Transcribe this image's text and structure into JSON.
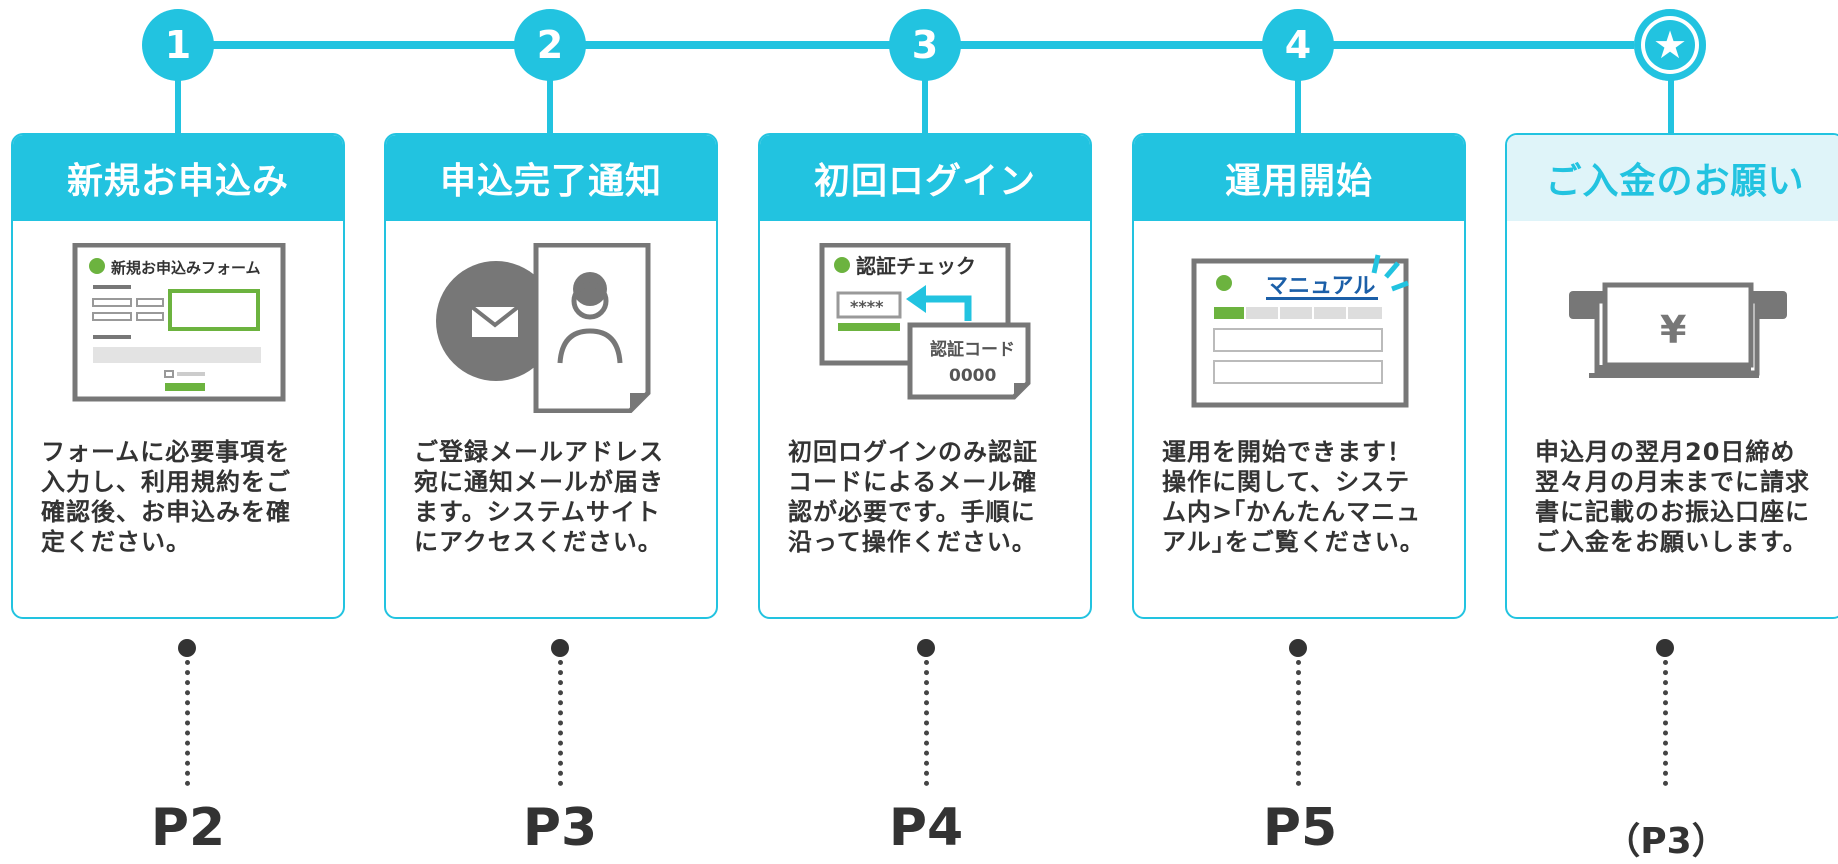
{
  "steps": [
    {
      "badge": "1",
      "title": "新規お申込み",
      "description": "フォームに必要事項を\n入力し、利用規約をご\n確認後、お申込みを確\n定ください。",
      "page_ref": "P2",
      "illustration": {
        "form_title": "新規お申込みフォーム"
      }
    },
    {
      "badge": "2",
      "title": "申込完了通知",
      "description": "ご登録メールアドレス\n宛に通知メールが届き\nます。システムサイト\nにアクセスください。",
      "page_ref": "P3"
    },
    {
      "badge": "3",
      "title": "初回ログイン",
      "description": "初回ログインのみ認証\nコードによるメール確\n認が必要です。手順に\n沿って操作ください。",
      "page_ref": "P4",
      "illustration": {
        "check_title": "認証チェック",
        "masked": "****",
        "code_label": "認証コード",
        "code_value": "0000"
      }
    },
    {
      "badge": "4",
      "title": "運用開始",
      "description": "運用を開始できます！\n操作に関して、システ\nム内>｢かんたんマニュ\nアル｣をご覧ください。",
      "page_ref": "P5",
      "illustration": {
        "manual_title": "マニュアル"
      }
    },
    {
      "badge": "★",
      "title": "ご入金のお願い",
      "description": "申込月の翌月20日締め\n翌々月の月末までに請求\n書に記載のお振込口座に\nご入金をお願いします。",
      "page_ref": "（P3）",
      "illustration": {
        "yen": "¥"
      }
    }
  ],
  "colors": {
    "accent": "#22c3e0",
    "accent_light": "#dff4f9",
    "green": "#6cb33f",
    "gray": "#777777",
    "text": "#333333"
  }
}
